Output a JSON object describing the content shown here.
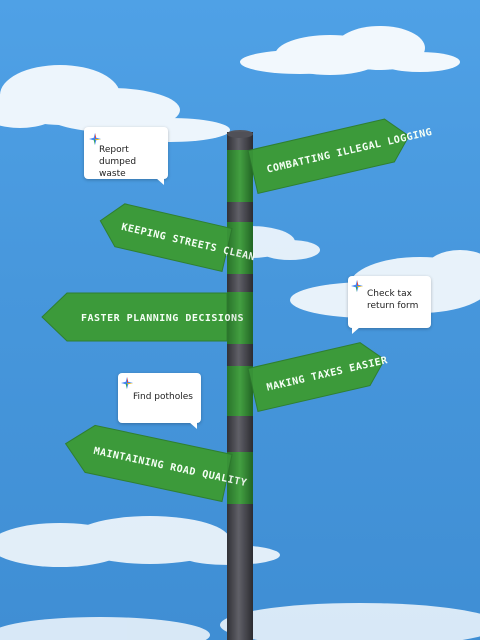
{
  "signs": [
    {
      "label": "COMBATTING ILLEGAL LOGGING"
    },
    {
      "label": "KEEPING STREETS CLEAN"
    },
    {
      "label": "FASTER PLANNING DECISIONS"
    },
    {
      "label": "MAKING TAXES EASIER"
    },
    {
      "label": "MAINTAINING ROAD QUALITY"
    }
  ],
  "bubbles": [
    {
      "text": "Report dumped\nwaste"
    },
    {
      "text": "Check tax\nreturn form"
    },
    {
      "text": "Find potholes"
    }
  ],
  "colors": {
    "sky": "#4797dc",
    "sign_green": "#3c9a3a",
    "sign_dark": "#2f7f30",
    "pole": "#4a4a52"
  }
}
